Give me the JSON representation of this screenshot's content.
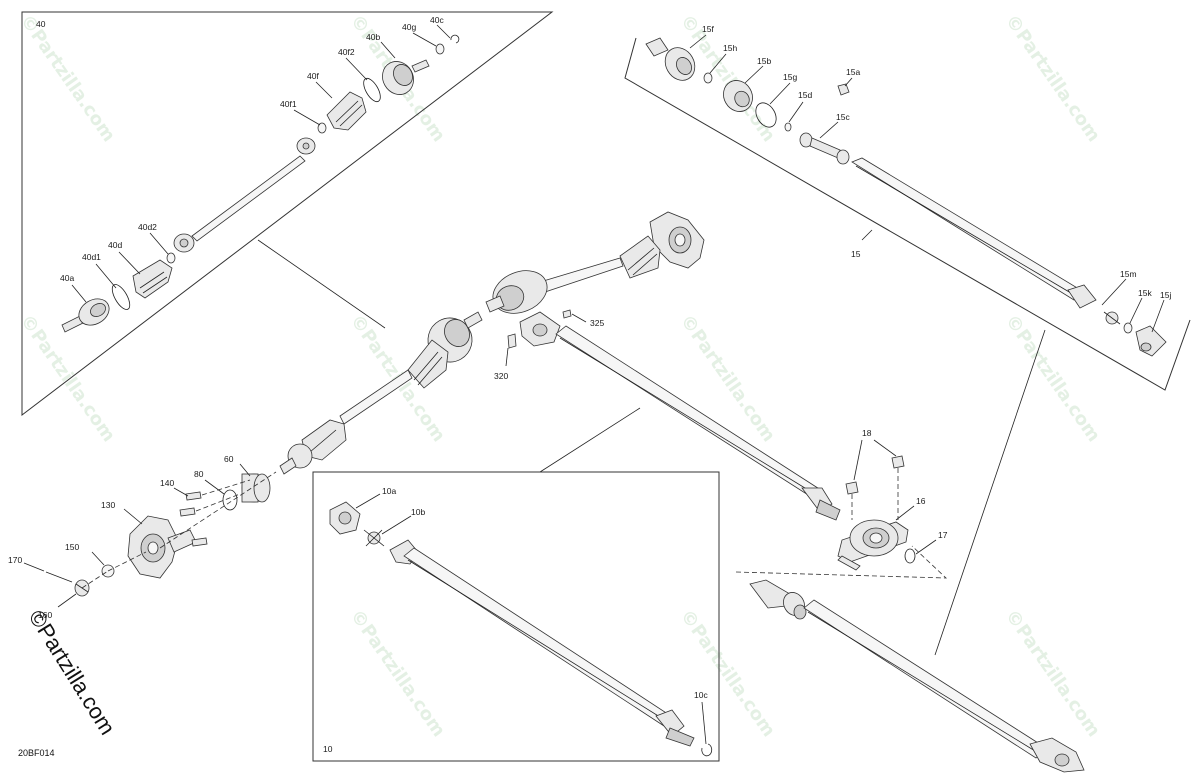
{
  "diagram": {
    "code": "20BF014",
    "brand": "©Partzilla.com",
    "watermark": "©Partzilla.com",
    "labels": {
      "l40": "40",
      "l40a": "40a",
      "l40b": "40b",
      "l40c": "40c",
      "l40d": "40d",
      "l40d1": "40d1",
      "l40d2": "40d2",
      "l40f": "40f",
      "l40f1": "40f1",
      "l40f2": "40f2",
      "l40g": "40g",
      "l15": "15",
      "l15a": "15a",
      "l15b": "15b",
      "l15c": "15c",
      "l15d": "15d",
      "l15f": "15f",
      "l15g": "15g",
      "l15h": "15h",
      "l15j": "15j",
      "l15k": "15k",
      "l15m": "15m",
      "l10": "10",
      "l10a": "10a",
      "l10b": "10b",
      "l10c": "10c",
      "l16": "16",
      "l17": "17",
      "l18": "18",
      "l60": "60",
      "l80": "80",
      "l130": "130",
      "l140": "140",
      "l150": "150",
      "l160": "160",
      "l170": "170",
      "l320": "320",
      "l325": "325"
    }
  }
}
